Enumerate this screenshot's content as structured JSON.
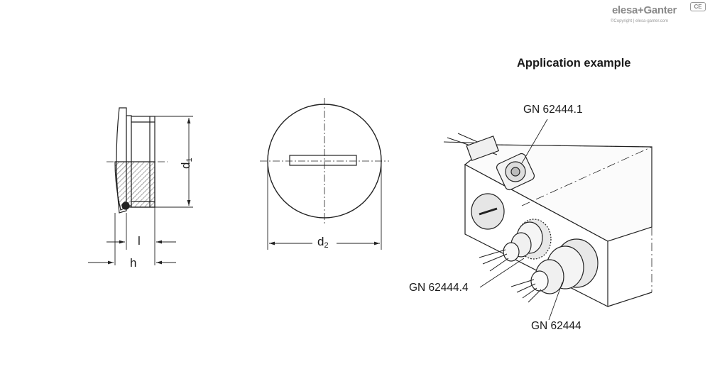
{
  "brand": {
    "logo_text": "elesa+Ganter",
    "copyright": "©Copyright | elesa-ganter.com",
    "mark": "CE"
  },
  "application": {
    "title": "Application example",
    "callouts": [
      "GN 62444.1",
      "GN 62444.4",
      "GN 62444"
    ]
  },
  "dimensions": {
    "d1": {
      "base": "d",
      "sub": "1"
    },
    "d2": {
      "base": "d",
      "sub": "2"
    },
    "l": "l",
    "h": "h"
  }
}
